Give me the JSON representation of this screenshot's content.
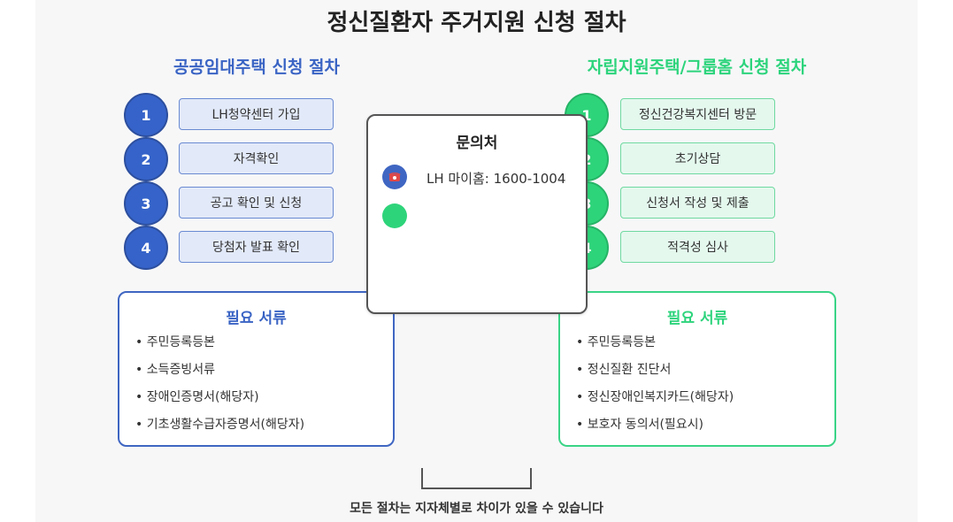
{
  "title": "정신질환자 주거지원 신청 절차",
  "public_housing": {
    "title": "공공임대주택 신청 절차",
    "steps": [
      {
        "num": "1",
        "label": "LH청약센터 가입"
      },
      {
        "num": "2",
        "label": "자격확인"
      },
      {
        "num": "3",
        "label": "공고 확인 및 신청"
      },
      {
        "num": "4",
        "label": "당첨자 발표 확인"
      }
    ],
    "docs_title": "필요 서류",
    "docs": [
      "주민등록등본",
      "소득증빙서류",
      "장애인증명서(해당자)",
      "기초생활수급자증명서(해당자)"
    ]
  },
  "independent_housing": {
    "title": "자립지원주택/그룹홈 신청 절차",
    "steps": [
      {
        "num": "1",
        "label": "정신건강복지센터 방문"
      },
      {
        "num": "2",
        "label": "초기상담"
      },
      {
        "num": "3",
        "label": "신청서 작성 및 제출"
      },
      {
        "num": "4",
        "label": "적격성 심사"
      }
    ],
    "docs_title": "필요 서류",
    "docs": [
      "주민등록등본",
      "정신질환 진단서",
      "정신장애인복지카드(해당자)",
      "보호자 동의서(필요시)"
    ]
  },
  "contact": {
    "title": "문의처",
    "items": [
      {
        "icon": "phone-icon",
        "text": "LH 마이홈: 1600-1004"
      }
    ]
  },
  "note": "모든 절차는 지자체별로 차이가 있을 수 있습니다",
  "colors": {
    "blue": "#3563c9",
    "green": "#2ed47a",
    "blue_light": "#e2e9f8",
    "green_light": "#e4f8ee"
  }
}
